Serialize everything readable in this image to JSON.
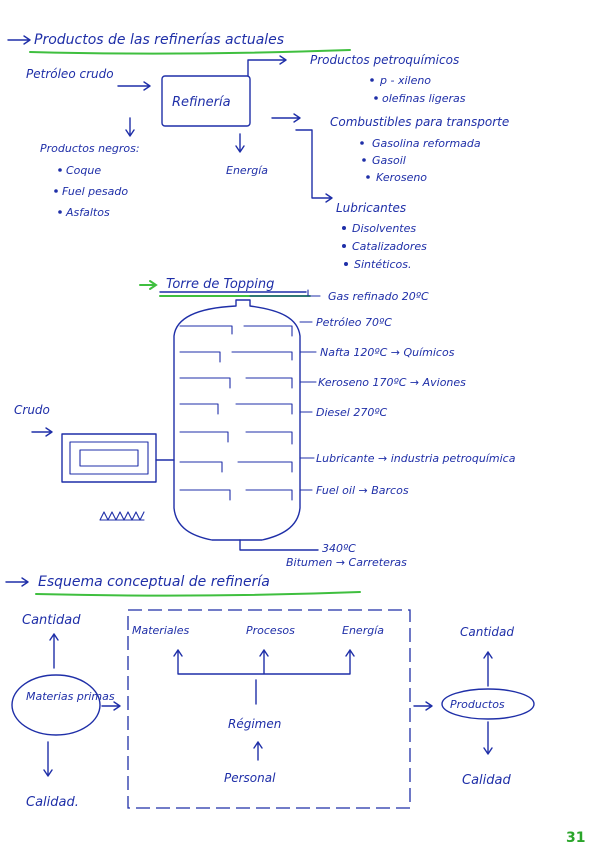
{
  "page_number": "31",
  "section1": {
    "title": "Productos de las refinerías actuales",
    "input": "Petróleo crudo",
    "refinery": "Refinería",
    "petrochem_title": "Productos petroquímicos",
    "petrochem_items": [
      "p - xileno",
      "olefinas ligeras"
    ],
    "fuels_title": "Combustibles para transporte",
    "fuels_items": [
      "Gasolina reformada",
      "Gasoil",
      "Keroseno"
    ],
    "black_title": "Productos negros:",
    "black_items": [
      "Coque",
      "Fuel pesado",
      "Asfaltos"
    ],
    "energy": "Energía",
    "lubes_title": "Lubricantes",
    "lubes_items": [
      "Disolventes",
      "Catalizadores",
      "Sintéticos."
    ]
  },
  "section2": {
    "title": "Torre de Topping",
    "feed": "Crudo",
    "cuts": [
      "Gas refinado 20ºC",
      "Petróleo 70ºC",
      "Nafta 120ºC → Químicos",
      "Keroseno 170ºC → Aviones",
      "Diesel 270ºC",
      "Lubricante → industria petroquímica",
      "Fuel oil → Barcos"
    ],
    "bottom_temp": "340ºC",
    "bottom_product": "Bitumen → Carreteras"
  },
  "section3": {
    "title": "Esquema conceptual de refinería",
    "raw": "Materias primas",
    "left_top": "Cantidad",
    "left_bottom": "Calidad.",
    "box_items": [
      "Materiales",
      "Procesos",
      "Energía"
    ],
    "control": "Régimen",
    "staff": "Personal",
    "products": "Productos",
    "right_top": "Cantidad",
    "right_bottom": "Calidad"
  }
}
